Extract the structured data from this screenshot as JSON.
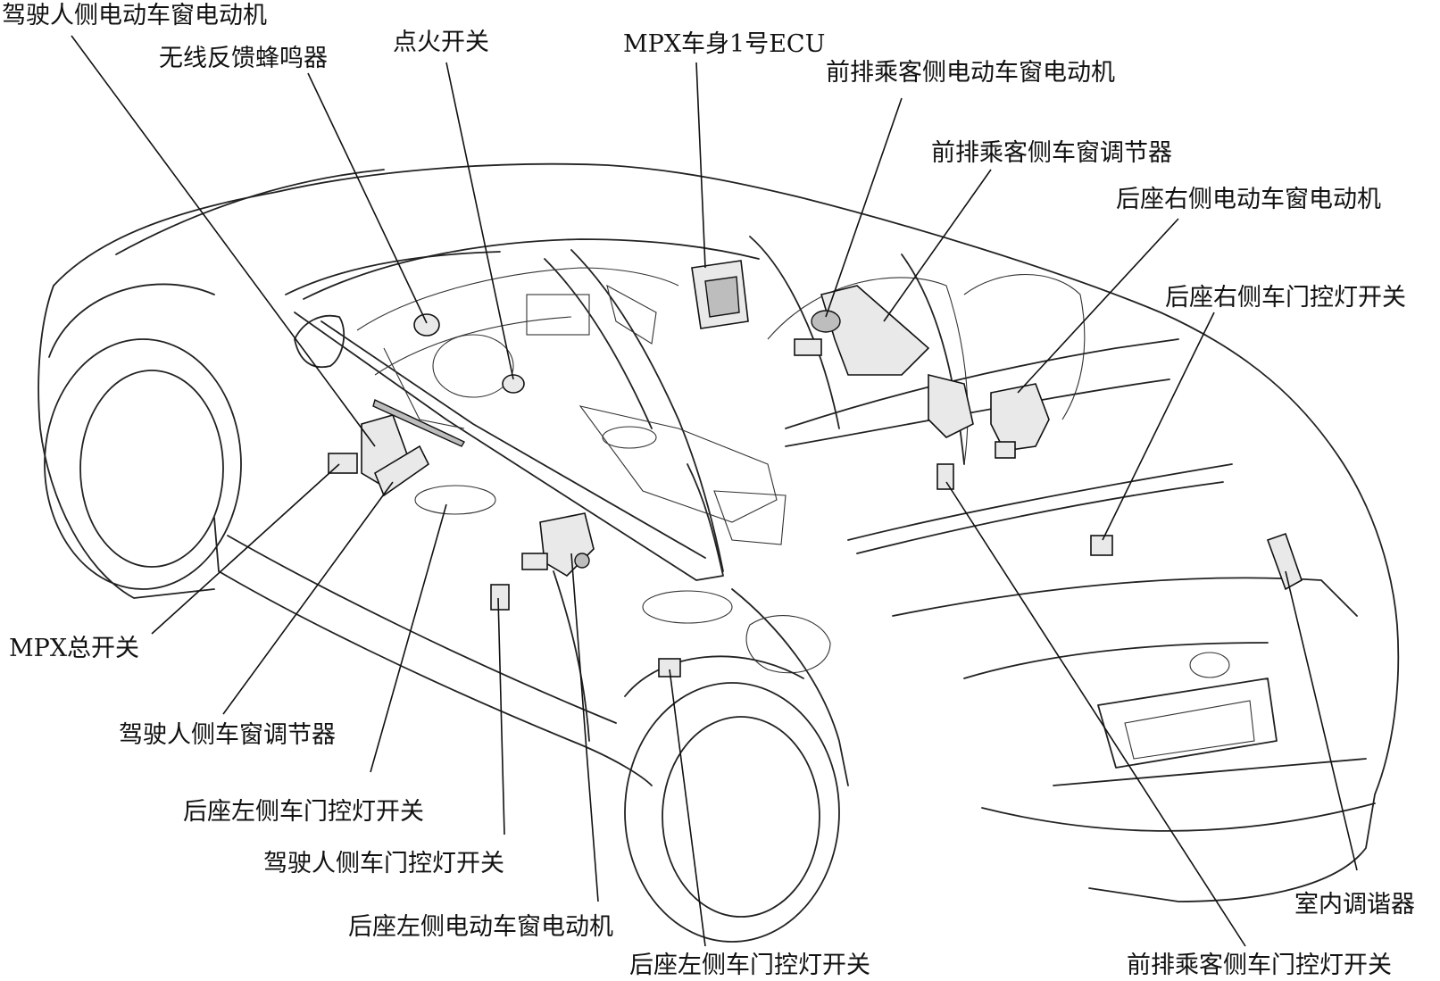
{
  "diagram": {
    "labels": {
      "driver_window_motor": "驾驶人侧电动车窗电动机",
      "wireless_buzzer": "无线反馈蜂鸣器",
      "ignition_switch": "点火开关",
      "mpx_body_ecu": "MPX车身1号ECU",
      "front_passenger_window_motor": "前排乘客侧电动车窗电动机",
      "front_passenger_window_regulator": "前排乘客侧车窗调节器",
      "rear_right_window_motor": "后座右侧电动车窗电动机",
      "rear_right_door_courtesy_switch": "后座右侧车门控灯开关",
      "mpx_master_switch": "MPX总开关",
      "driver_window_regulator": "驾驶人侧车窗调节器",
      "rear_left_door_courtesy_switch_upper": "后座左侧车门控灯开关",
      "driver_door_courtesy_switch": "驾驶人侧车门控灯开关",
      "rear_left_window_motor": "后座左侧电动车窗电动机",
      "rear_left_door_courtesy_switch_lower": "后座左侧车门控灯开关",
      "front_passenger_door_courtesy_switch": "前排乘客侧车门控灯开关",
      "interior_tuner": "室内调谐器"
    }
  }
}
